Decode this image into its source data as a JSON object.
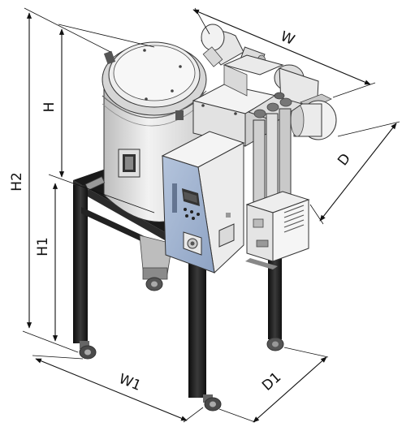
{
  "dimensions": {
    "height_total": "H2",
    "height_hopper": "H",
    "height_stand": "H1",
    "width_top": "W",
    "depth_top": "D",
    "width_base": "W1",
    "depth_base": "D1"
  },
  "colors": {
    "panel_blue": "#9fb3cf",
    "steel": "#d9d9d9",
    "frame": "#1a1a1a",
    "line": "#111111"
  }
}
